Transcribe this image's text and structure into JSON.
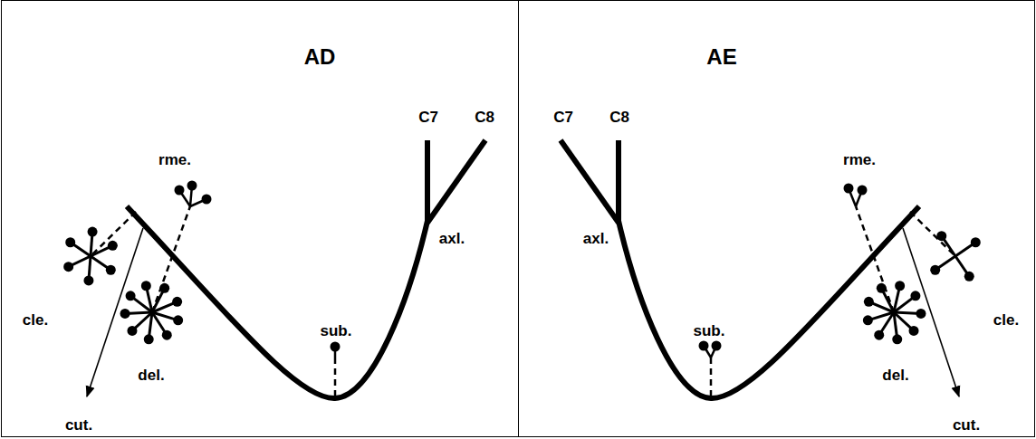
{
  "diagram": {
    "nodes": [
      {
        "text": [
          "AD",
          "C7",
          "C8",
          "rme.",
          "cle.",
          "del.",
          "cut.",
          "sub.",
          "axl."
        ]
      },
      {
        "text": [
          "AE",
          "C7",
          "C8",
          "rme.",
          "cle.",
          "del.",
          "cut.",
          "sub.",
          "axl."
        ]
      }
    ]
  }
}
